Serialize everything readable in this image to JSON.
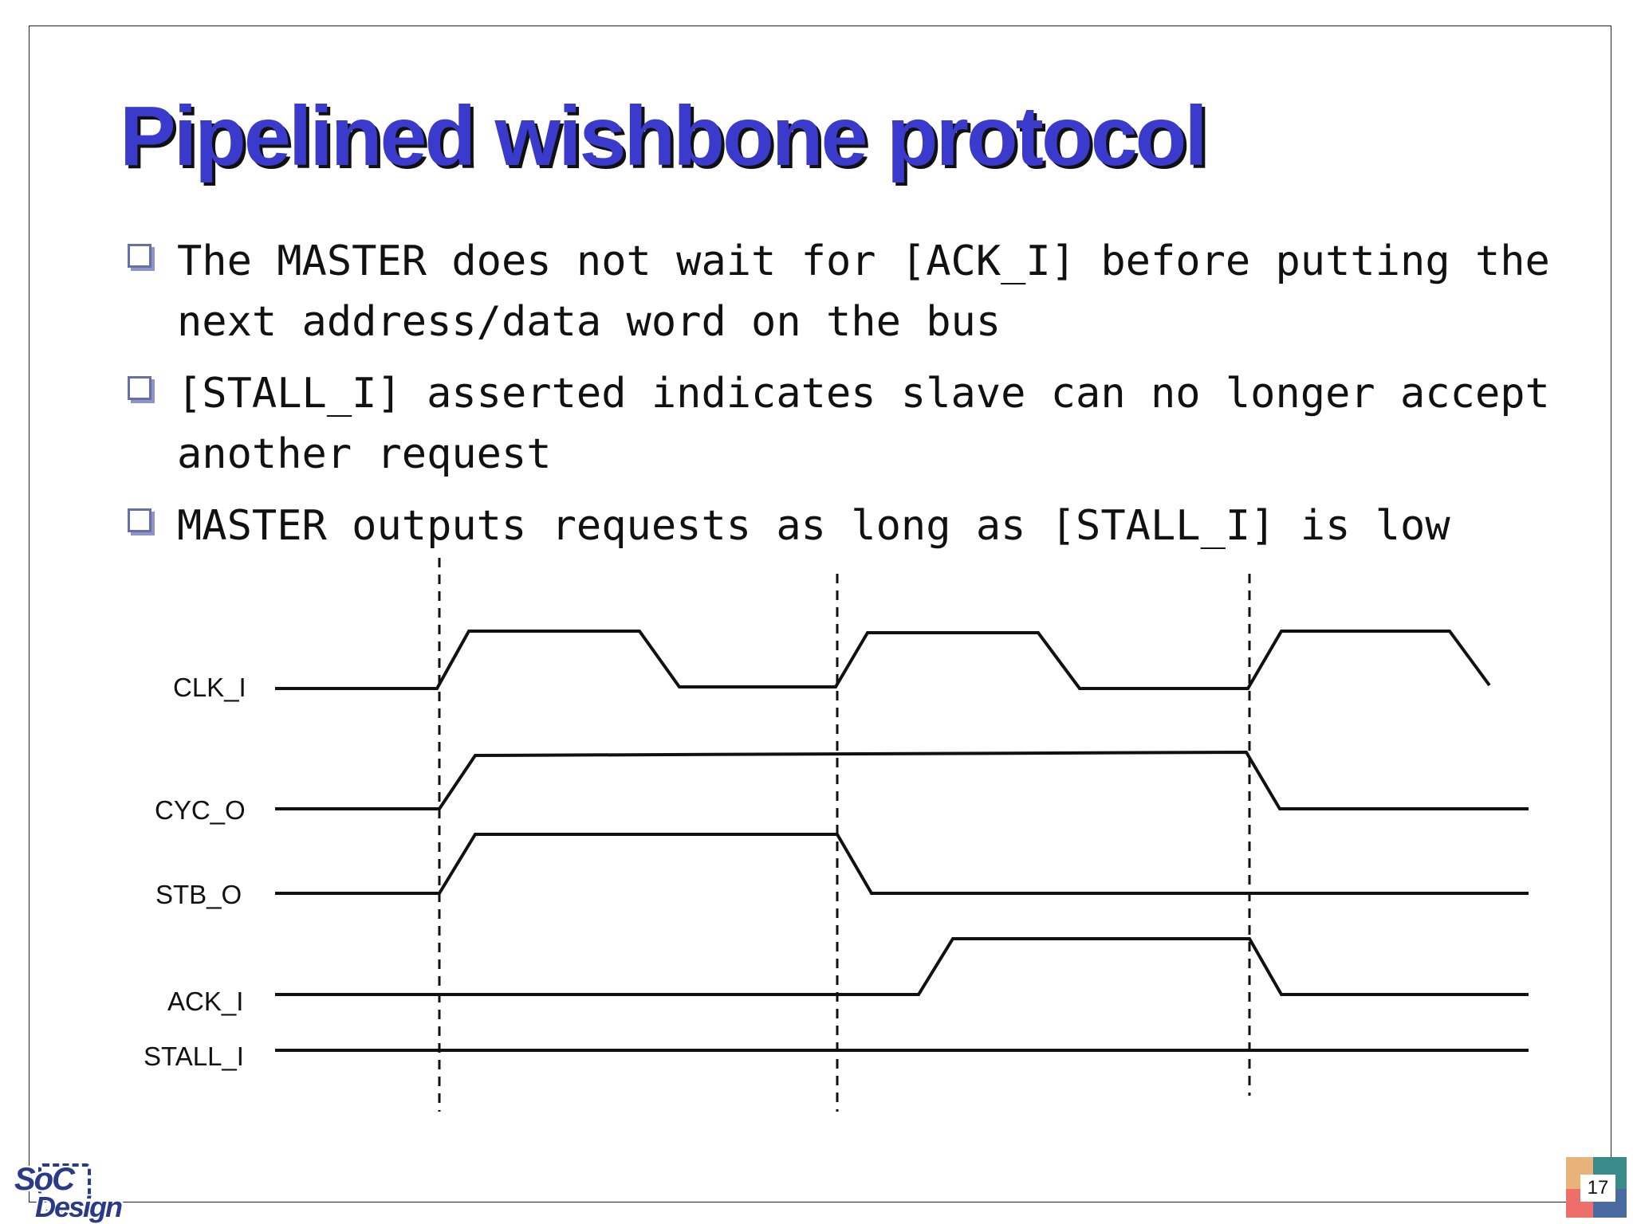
{
  "slide": {
    "title": "Pipelined wishbone protocol",
    "page_number": "17",
    "logo_text_top": "SoC",
    "logo_text_bottom": "Design"
  },
  "bullets": [
    {
      "text": "The MASTER does not wait for [ACK_I] before putting the next address/data word on the bus"
    },
    {
      "text": "[STALL_I] asserted indicates slave can no longer accept another request"
    },
    {
      "text": "MASTER outputs requests as long as [STALL_I] is low"
    }
  ],
  "diagram": {
    "signals": [
      {
        "name": "CLK_I"
      },
      {
        "name": "CYC_O"
      },
      {
        "name": "STB_O"
      },
      {
        "name": "ACK_I"
      },
      {
        "name": "STALL_I"
      }
    ],
    "clock_edges": 3,
    "colors": {
      "wave": "#111111",
      "title": "#3a3acc",
      "bullet": "#6670a8"
    }
  }
}
